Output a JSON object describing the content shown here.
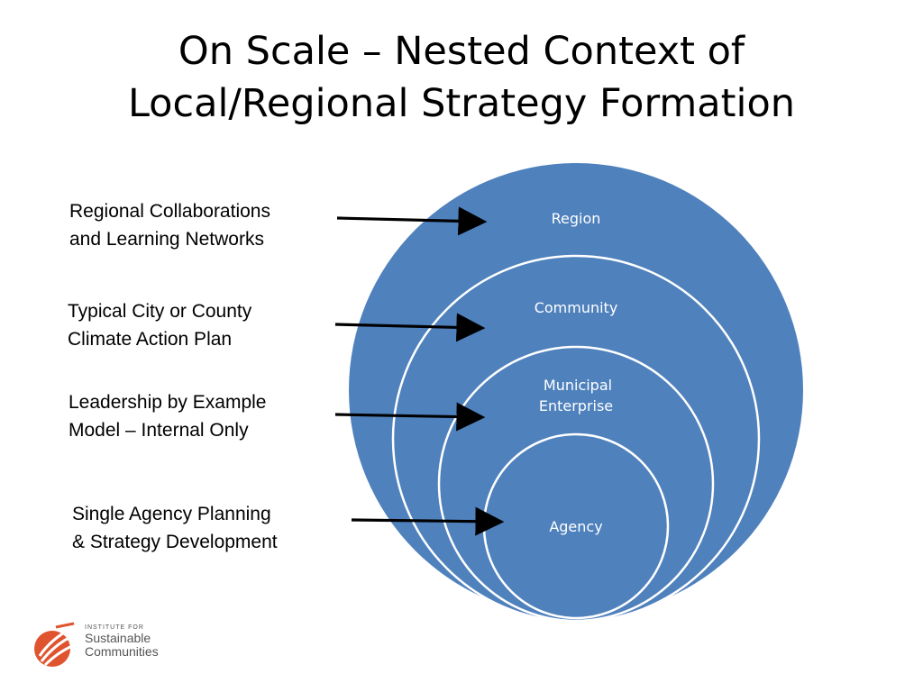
{
  "title": {
    "line1": "On Scale – Nested Context of",
    "line2": "Local/Regional Strategy Formation"
  },
  "colors": {
    "circle_fill": "#4f81bd",
    "circle_stroke": "#ffffff",
    "arrow": "#000000",
    "logo_accent": "#e0532f"
  },
  "circles": [
    {
      "label": "Region"
    },
    {
      "label": "Community"
    },
    {
      "label_lines": [
        "Municipal",
        "Enterprise"
      ]
    },
    {
      "label": "Agency"
    }
  ],
  "annotations": [
    {
      "lines": [
        "Regional Collaborations",
        "and Learning Networks"
      ]
    },
    {
      "lines": [
        "Typical City or County",
        "Climate Action Plan"
      ]
    },
    {
      "lines": [
        "Leadership by Example",
        "Model – Internal Only"
      ]
    },
    {
      "lines": [
        "Single Agency Planning",
        "& Strategy Development"
      ]
    }
  ],
  "logo": {
    "line1": "INSTITUTE FOR",
    "line2": "Sustainable",
    "line3": "Communities",
    "icon": "flame-logo-icon"
  }
}
